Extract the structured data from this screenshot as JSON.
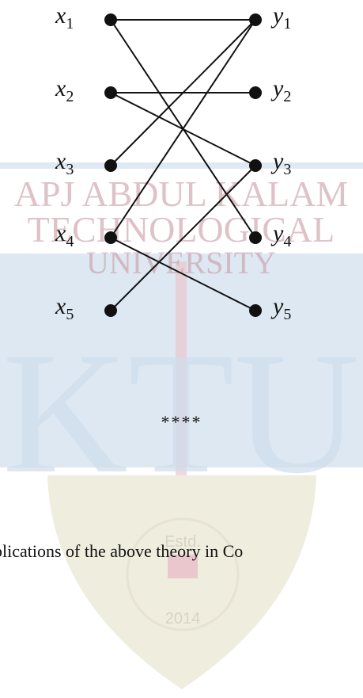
{
  "watermark": {
    "line1": "APJ ABDUL KALAM",
    "line2": "TECHNOLOGICAL",
    "line3": "UNIVERSITY",
    "big": "KTU",
    "estd": "Estd.",
    "year": "2014"
  },
  "graph": {
    "left_nodes": [
      {
        "var": "x",
        "sub": "1"
      },
      {
        "var": "x",
        "sub": "2"
      },
      {
        "var": "x",
        "sub": "3"
      },
      {
        "var": "x",
        "sub": "4"
      },
      {
        "var": "x",
        "sub": "5"
      }
    ],
    "right_nodes": [
      {
        "var": "y",
        "sub": "1"
      },
      {
        "var": "y",
        "sub": "2"
      },
      {
        "var": "y",
        "sub": "3"
      },
      {
        "var": "y",
        "sub": "4"
      },
      {
        "var": "y",
        "sub": "5"
      }
    ],
    "edges": [
      [
        "x1",
        "y1"
      ],
      [
        "x1",
        "y4"
      ],
      [
        "x2",
        "y2"
      ],
      [
        "x2",
        "y3"
      ],
      [
        "x3",
        "y1"
      ],
      [
        "x4",
        "y1"
      ],
      [
        "x4",
        "y5"
      ],
      [
        "x5",
        "y3"
      ]
    ]
  },
  "separator": "****",
  "text": "plications of the above theory in Co"
}
